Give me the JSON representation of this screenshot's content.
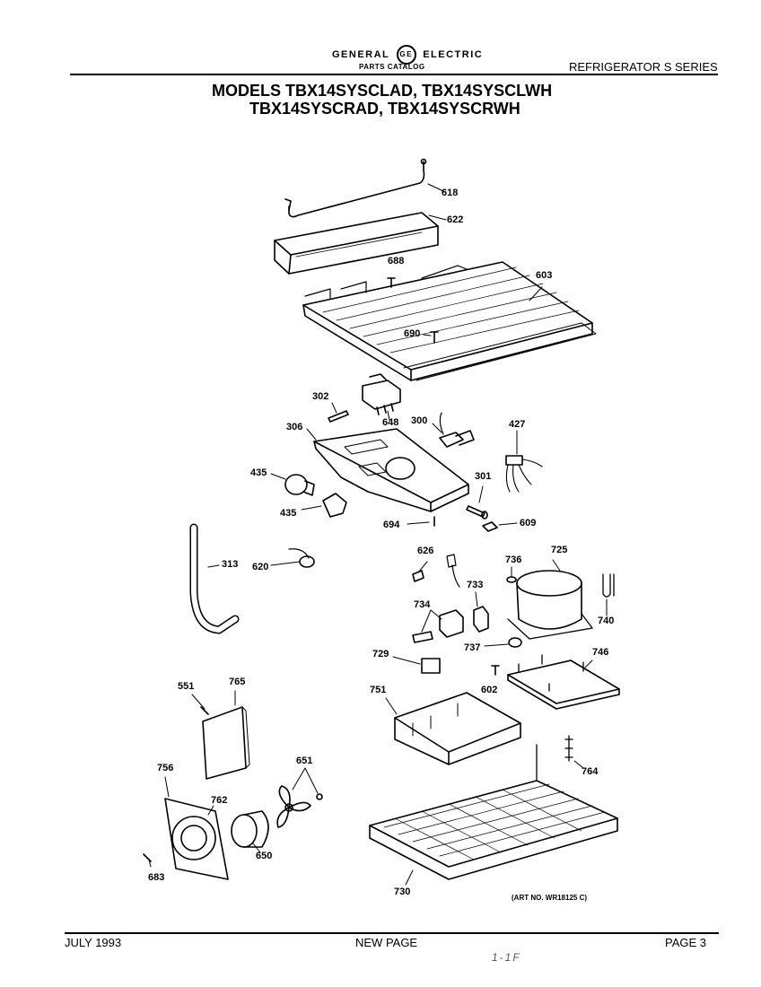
{
  "header": {
    "brand_left": "GENERAL",
    "brand_logo": "GE",
    "brand_right": "ELECTRIC",
    "catalog": "PARTS CATALOG",
    "series": "REFRIGERATOR S SERIES"
  },
  "title": {
    "line1": "MODELS TBX14SYSCLAD, TBX14SYSCLWH",
    "line2": "TBX14SYSCRAD, TBX14SYSCRWH"
  },
  "parts": [
    {
      "id": "part-618",
      "label": "618"
    },
    {
      "id": "part-622",
      "label": "622"
    },
    {
      "id": "part-688",
      "label": "688"
    },
    {
      "id": "part-603",
      "label": "603"
    },
    {
      "id": "part-690",
      "label": "690"
    },
    {
      "id": "part-302",
      "label": "302"
    },
    {
      "id": "part-648",
      "label": "648"
    },
    {
      "id": "part-300",
      "label": "300"
    },
    {
      "id": "part-427",
      "label": "427"
    },
    {
      "id": "part-306",
      "label": "306"
    },
    {
      "id": "part-435a",
      "label": "435"
    },
    {
      "id": "part-435b",
      "label": "435"
    },
    {
      "id": "part-301",
      "label": "301"
    },
    {
      "id": "part-694",
      "label": "694"
    },
    {
      "id": "part-609",
      "label": "609"
    },
    {
      "id": "part-313",
      "label": "313"
    },
    {
      "id": "part-620",
      "label": "620"
    },
    {
      "id": "part-626",
      "label": "626"
    },
    {
      "id": "part-736",
      "label": "736"
    },
    {
      "id": "part-725",
      "label": "725"
    },
    {
      "id": "part-733",
      "label": "733"
    },
    {
      "id": "part-734",
      "label": "734"
    },
    {
      "id": "part-740",
      "label": "740"
    },
    {
      "id": "part-737",
      "label": "737"
    },
    {
      "id": "part-729",
      "label": "729"
    },
    {
      "id": "part-746",
      "label": "746"
    },
    {
      "id": "part-602",
      "label": "602"
    },
    {
      "id": "part-551",
      "label": "551"
    },
    {
      "id": "part-765",
      "label": "765"
    },
    {
      "id": "part-751",
      "label": "751"
    },
    {
      "id": "part-651",
      "label": "651"
    },
    {
      "id": "part-756",
      "label": "756"
    },
    {
      "id": "part-764",
      "label": "764"
    },
    {
      "id": "part-762",
      "label": "762"
    },
    {
      "id": "part-650",
      "label": "650"
    },
    {
      "id": "part-683",
      "label": "683"
    },
    {
      "id": "part-730",
      "label": "730"
    }
  ],
  "art_no": "(ART NO. WR18125 C)",
  "footer": {
    "date": "JULY 1993",
    "page_status": "NEW PAGE",
    "page": "PAGE 3",
    "stamp": "1-1F"
  }
}
